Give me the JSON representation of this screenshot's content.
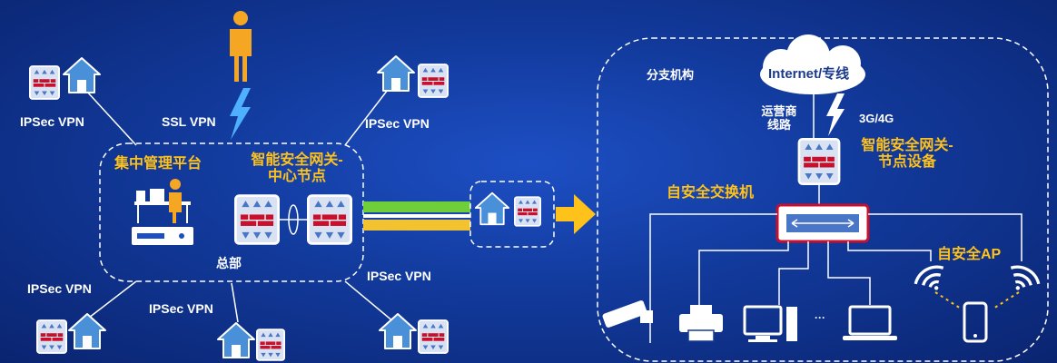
{
  "labels": {
    "ipsec_top_left": "IPSec VPN",
    "ssl_vpn": "SSL VPN",
    "ipsec_top_right": "IPSec VPN",
    "ipsec_bottom_left": "IPSec VPN",
    "ipsec_bottom_center": "IPSec VPN",
    "ipsec_bottom_right": "IPSec VPN",
    "central_mgmt": "集中管理平台",
    "hub_gateway_line1": "智能安全网关-",
    "hub_gateway_line2": "中心节点",
    "headquarters": "总部",
    "branch": "分支机构",
    "cloud": "Internet/专线",
    "operator_line1": "运营商",
    "operator_line2": "线路",
    "mobile_net": "3G/4G",
    "branch_gateway_line1": "智能安全网关-",
    "branch_gateway_line2": "节点设备",
    "switch": "自安全交换机",
    "ap": "自安全AP",
    "ellipsis": "···"
  },
  "colors": {
    "background": "#123a9c",
    "accent": "#ffc21a",
    "text": "#ffffff",
    "device_red": "#c8102e",
    "house_blue": "#4a90d9",
    "link_green": "#6fcf3a",
    "link_yellow": "#f2c230"
  }
}
